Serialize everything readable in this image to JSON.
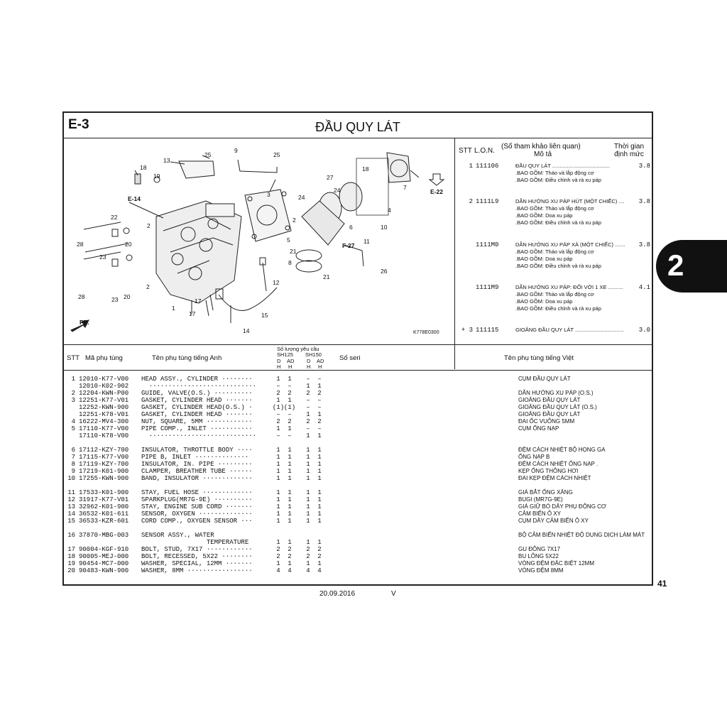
{
  "header": {
    "code": "E-3",
    "title": "ĐẦU QUY LÁT"
  },
  "diagram": {
    "code": "K778E0300",
    "labels": [
      "13",
      "25",
      "9",
      "25",
      "18",
      "19",
      "E-14",
      "22",
      "2",
      "28",
      "20",
      "23",
      "3",
      "24",
      "2",
      "21",
      "8",
      "28",
      "23",
      "20",
      "2",
      "17",
      "17",
      "1",
      "14",
      "15",
      "12",
      "27",
      "6",
      "24",
      "10",
      "4",
      "18",
      "7",
      "E-22",
      "F-27",
      "11",
      "26",
      "21",
      "5",
      "FR."
    ]
  },
  "lon_table": {
    "headers": {
      "stt": "STT",
      "lon": "L.O.N.",
      "ref": "(Số tham khảo liên quan)",
      "desc": "Mô tả",
      "time": "Thời gian định mức"
    },
    "rows": [
      {
        "stt": "1",
        "code": "111106",
        "desc": "ĐẦU QUY LÁT .......................................",
        "time": "3.8",
        "subs": [
          ".BAO GỒM: Tháo và lắp động cơ",
          ".BAO GỒM: Điều chỉnh và rà xu páp"
        ]
      },
      {
        "stt": "2",
        "code": "1111L9",
        "desc": "DẪN HƯỚNG XU PÁP HÚT (MỘT CHIẾC) .....",
        "time": "3.8",
        "subs": [
          ".BAO GỒM: Tháo và lắp động cơ",
          ".BAO GỒM: Doa xu páp",
          ".BAO GỒM: Điều chỉnh và rà xu páp"
        ]
      },
      {
        "stt": "",
        "code": "1111M0",
        "desc": "DẪN HƯỚNG XU PÁP XẢ (MỘT CHIẾC) .......",
        "time": "3.8",
        "subs": [
          ".BAO GỒM: Tháo và lắp động cơ",
          ".BAO GỒM: Doa xu páp",
          ".BAO GỒM: Điều chỉnh và rà xu páp"
        ]
      },
      {
        "stt": "",
        "code": "1111M9",
        "desc": "DẪN HƯỚNG XU PÁP: ĐỐI VỚI 1 XE ..........",
        "time": "4.1",
        "subs": [
          ".BAO GỒM: Tháo và lắp động cơ",
          ".BAO GỒM: Doa xu páp",
          ".BAO GỒM: Điều chỉnh và rà xu páp"
        ]
      },
      {
        "stt": "+ 3",
        "code": "111115",
        "desc": "GIOĂNG ĐẦU QUY LÁT .................................",
        "time": "3.0",
        "subs": []
      }
    ]
  },
  "parts_table": {
    "headers": {
      "stt": "STT",
      "part_no": "Mã phụ tùng",
      "name_en": "Tên phụ tùng tiếng Anh",
      "qty": "Số lượng yêu cầu",
      "sh125": "SH125",
      "sh150": "SH150",
      "d": "D",
      "ad": "AD",
      "h": "H",
      "serial": "Số seri",
      "name_vn": "Tên phụ tùng tiếng Việt"
    },
    "rows": [
      {
        "stt": "1",
        "part": "12010-K77-V00",
        "name": "HEAD ASSY., CYLINDER ········",
        "q": [
          "1",
          "1",
          "–",
          "–"
        ],
        "vn": "CỤM ĐẦU QUY LÁT"
      },
      {
        "stt": "",
        "part": "12010-K02-902",
        "name": "  ····························",
        "q": [
          "–",
          "–",
          "1",
          "1"
        ],
        "vn": ""
      },
      {
        "stt": "2",
        "part": "12204-KWN-P00",
        "name": "GUIDE, VALVE(O.S.) ··········",
        "q": [
          "2",
          "2",
          "2",
          "2"
        ],
        "vn": "DẪN HƯỚNG XU PÁP (O.S.)"
      },
      {
        "stt": "3",
        "part": "12251-K77-V01",
        "name": "GASKET, CYLINDER HEAD ·······",
        "q": [
          "1",
          "1",
          "–",
          "–"
        ],
        "vn": "GIOĂNG ĐẦU QUY LÁT"
      },
      {
        "stt": "",
        "part": "12252-KWN-900",
        "name": "GASKET, CYLINDER HEAD(O.S.) ·",
        "q": [
          "(1)",
          "(1)",
          "–",
          "–"
        ],
        "vn": "GIOĂNG ĐẦU QUY LÁT (O.S.)"
      },
      {
        "stt": "",
        "part": "12251-K78-V01",
        "name": "GASKET, CYLINDER HEAD ·······",
        "q": [
          "–",
          "–",
          "1",
          "1"
        ],
        "vn": "GIOĂNG ĐẦU QUY LÁT"
      },
      {
        "stt": "4",
        "part": "16222-MV4-300",
        "name": "NUT, SQUARE, 5MM ············",
        "q": [
          "2",
          "2",
          "2",
          "2"
        ],
        "vn": "ĐAI ỐC VUÔNG 5MM"
      },
      {
        "stt": "5",
        "part": "17110-K77-V00",
        "name": "PIPE COMP., INLET ···········",
        "q": [
          "1",
          "1",
          "–",
          "–"
        ],
        "vn": "CỤM ỐNG NẠP"
      },
      {
        "stt": "",
        "part": "17110-K78-V00",
        "name": "  ····························",
        "q": [
          "–",
          "–",
          "1",
          "1"
        ],
        "vn": ""
      },
      {
        "stt": "6",
        "part": "17112-KZY-700",
        "name": "INSULATOR, THROTTLE BODY ····",
        "q": [
          "1",
          "1",
          "1",
          "1"
        ],
        "vn": "ĐỆM CÁCH NHIỆT BỘ HỌNG GA"
      },
      {
        "stt": "7",
        "part": "17115-K77-V00",
        "name": "PIPE B, INLET ··············",
        "q": [
          "1",
          "1",
          "1",
          "1"
        ],
        "vn": "ỐNG NẠP B"
      },
      {
        "stt": "8",
        "part": "17119-KZY-700",
        "name": "INSULATOR, IN. PIPE ·········",
        "q": [
          "1",
          "1",
          "1",
          "1"
        ],
        "vn": "ĐỆM CÁCH NHIỆT ỐNG NẠP ."
      },
      {
        "stt": "9",
        "part": "17219-K01-900",
        "name": "CLAMPER, BREATHER TUBE ······",
        "q": [
          "1",
          "1",
          "1",
          "1"
        ],
        "vn": "KẸP ỐNG THÔNG HƠI"
      },
      {
        "stt": "10",
        "part": "17255-KWN-900",
        "name": "BAND, INSULATOR ·············",
        "q": [
          "1",
          "1",
          "1",
          "1"
        ],
        "vn": "ĐAI KẸP ĐỆM CÁCH NHIỆT"
      },
      {
        "stt": "11",
        "part": "17533-K01-900",
        "name": "STAY, FUEL HOSE ·············",
        "q": [
          "1",
          "1",
          "1",
          "1"
        ],
        "vn": "GIÁ BẮT ỐNG XĂNG"
      },
      {
        "stt": "12",
        "part": "31917-K77-V01",
        "name": "SPARKPLUG(MR7G-9E) ··········",
        "q": [
          "1",
          "1",
          "1",
          "1"
        ],
        "vn": "BUGI (MR7G-9E)"
      },
      {
        "stt": "13",
        "part": "32962-K01-900",
        "name": "STAY, ENGINE SUB CORD ·······",
        "q": [
          "1",
          "1",
          "1",
          "1"
        ],
        "vn": "GIÁ GIỮ BÓ DÂY PHỤ ĐỘNG CƠ"
      },
      {
        "stt": "14",
        "part": "36532-K01-611",
        "name": "SENSOR, OXYGEN ··············",
        "q": [
          "1",
          "1",
          "1",
          "1"
        ],
        "vn": "CẢM BIẾN Ô XY"
      },
      {
        "stt": "15",
        "part": "36533-KZR-601",
        "name": "CORD COMP., OXYGEN SENSOR ···",
        "q": [
          "1",
          "1",
          "1",
          "1"
        ],
        "vn": "CỤM DÂY CẢM BIẾN Ô XY"
      },
      {
        "stt": "16",
        "part": "37870-MBG-003",
        "name": "SENSOR ASSY., WATER",
        "q": [
          "",
          "",
          "",
          ""
        ],
        "vn": "BỘ CẢM BIẾN NHIỆT ĐỘ DUNG DỊCH LÀM MÁT"
      },
      {
        "stt": "",
        "part": "",
        "name": "                 TEMPERATURE",
        "q": [
          "1",
          "1",
          "1",
          "1"
        ],
        "vn": ""
      },
      {
        "stt": "17",
        "part": "90004-KGF-910",
        "name": "BOLT, STUD, 7X17 ············",
        "q": [
          "2",
          "2",
          "2",
          "2"
        ],
        "vn": "GU ĐÔNG 7X17"
      },
      {
        "stt": "18",
        "part": "90005-MEJ-000",
        "name": "BOLT, RECESSED, 5X22 ········",
        "q": [
          "2",
          "2",
          "2",
          "2"
        ],
        "vn": "BU LÔNG 5X22"
      },
      {
        "stt": "19",
        "part": "90454-MC7-000",
        "name": "WASHER, SPECIAL, 12MM ·······",
        "q": [
          "1",
          "1",
          "1",
          "1"
        ],
        "vn": "VÒNG ĐỆM ĐẶC BIỆT 12MM"
      },
      {
        "stt": "20",
        "part": "90483-KWN-900",
        "name": "WASHER, 8MM ·················",
        "q": [
          "4",
          "4",
          "4",
          "4"
        ],
        "vn": "VÒNG ĐỆM 8MM"
      }
    ]
  },
  "side_tab": "2",
  "page_number": "41",
  "footer": {
    "date": "20.09.2016",
    "version": "V"
  }
}
